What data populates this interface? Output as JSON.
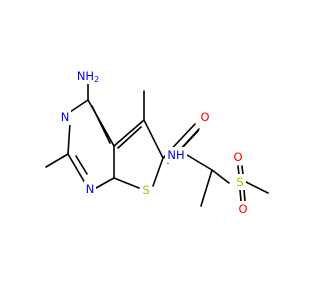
{
  "colors": {
    "carbon_bond": "#000000",
    "nitrogen": "#0000FF",
    "oxygen": "#FF0000",
    "sulfur": "#B8B800",
    "background": "#FFFFFF"
  },
  "atom_labels": {
    "amine": "NH2",
    "pyrimidine_n_top": "N",
    "pyrimidine_n_bottom": "N",
    "thiophene_s": "S",
    "carbonyl_o": "O",
    "amide_nh": "NH",
    "sulfonyl_s": "S",
    "sulfonyl_o_left": "O",
    "sulfonyl_o_right": "O"
  }
}
